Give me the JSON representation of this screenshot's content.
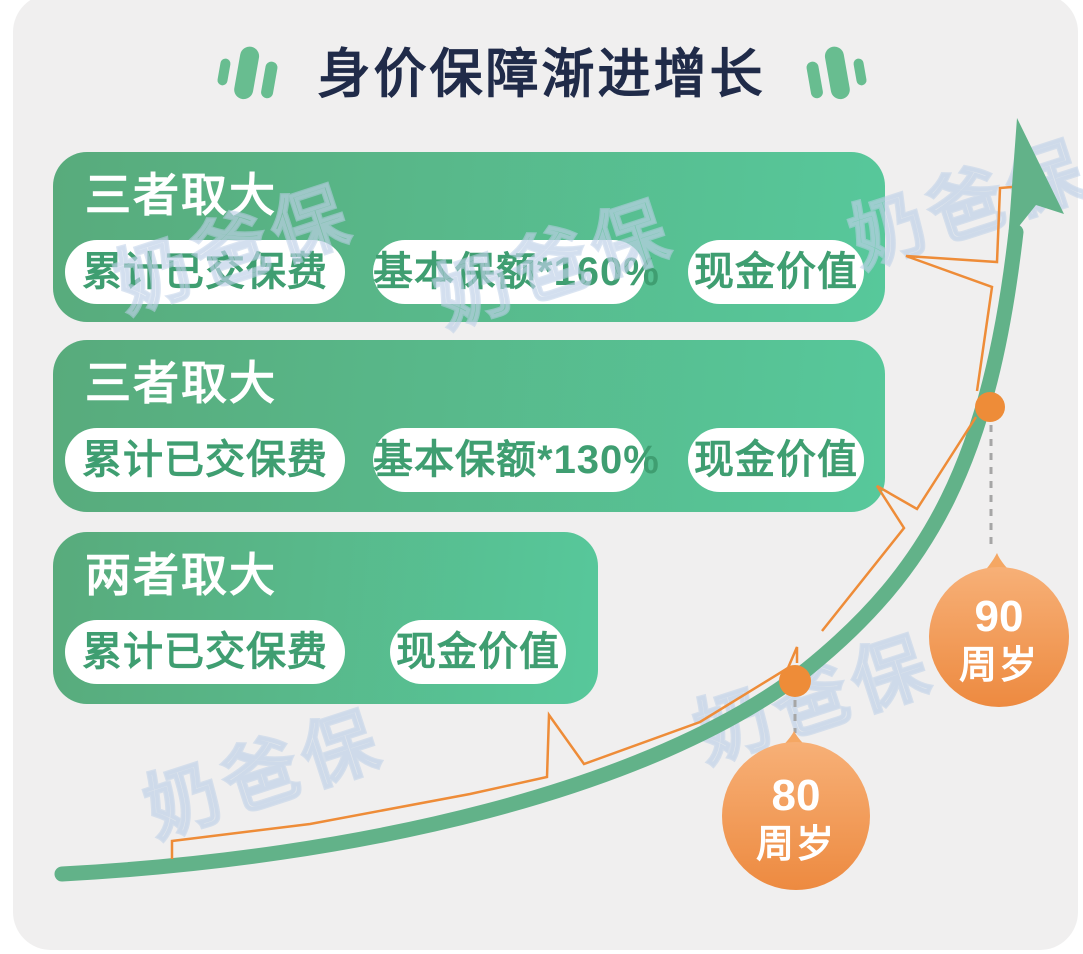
{
  "title": {
    "text": "身价保障渐进增长"
  },
  "cards": [
    {
      "heading": "三者取大",
      "pills": [
        "累计已交保费",
        "基本保额*160%",
        "现金价值"
      ]
    },
    {
      "heading": "三者取大",
      "pills": [
        "累计已交保费",
        "基本保额*130%",
        "现金价值"
      ]
    },
    {
      "heading": "两者取大",
      "pills": [
        "累计已交保费",
        "现金价值"
      ]
    }
  ],
  "milestones": [
    {
      "age": "80",
      "suffix": "周岁"
    },
    {
      "age": "90",
      "suffix": "周岁"
    }
  ],
  "watermark": {
    "text": "奶爸保"
  },
  "colors": {
    "panel_bg": "#f0efef",
    "title_text": "#202b49",
    "card_gradient_start": "#58ab7c",
    "card_gradient_end": "#57c89b",
    "pill_text_green": "#3f9e71",
    "curve_green": "#62b289",
    "accent_orange": "#ee8c38",
    "balloon_gradient_start": "#f7b077",
    "balloon_gradient_end": "#ed8a40",
    "dash_gray": "#a6a6a6"
  }
}
